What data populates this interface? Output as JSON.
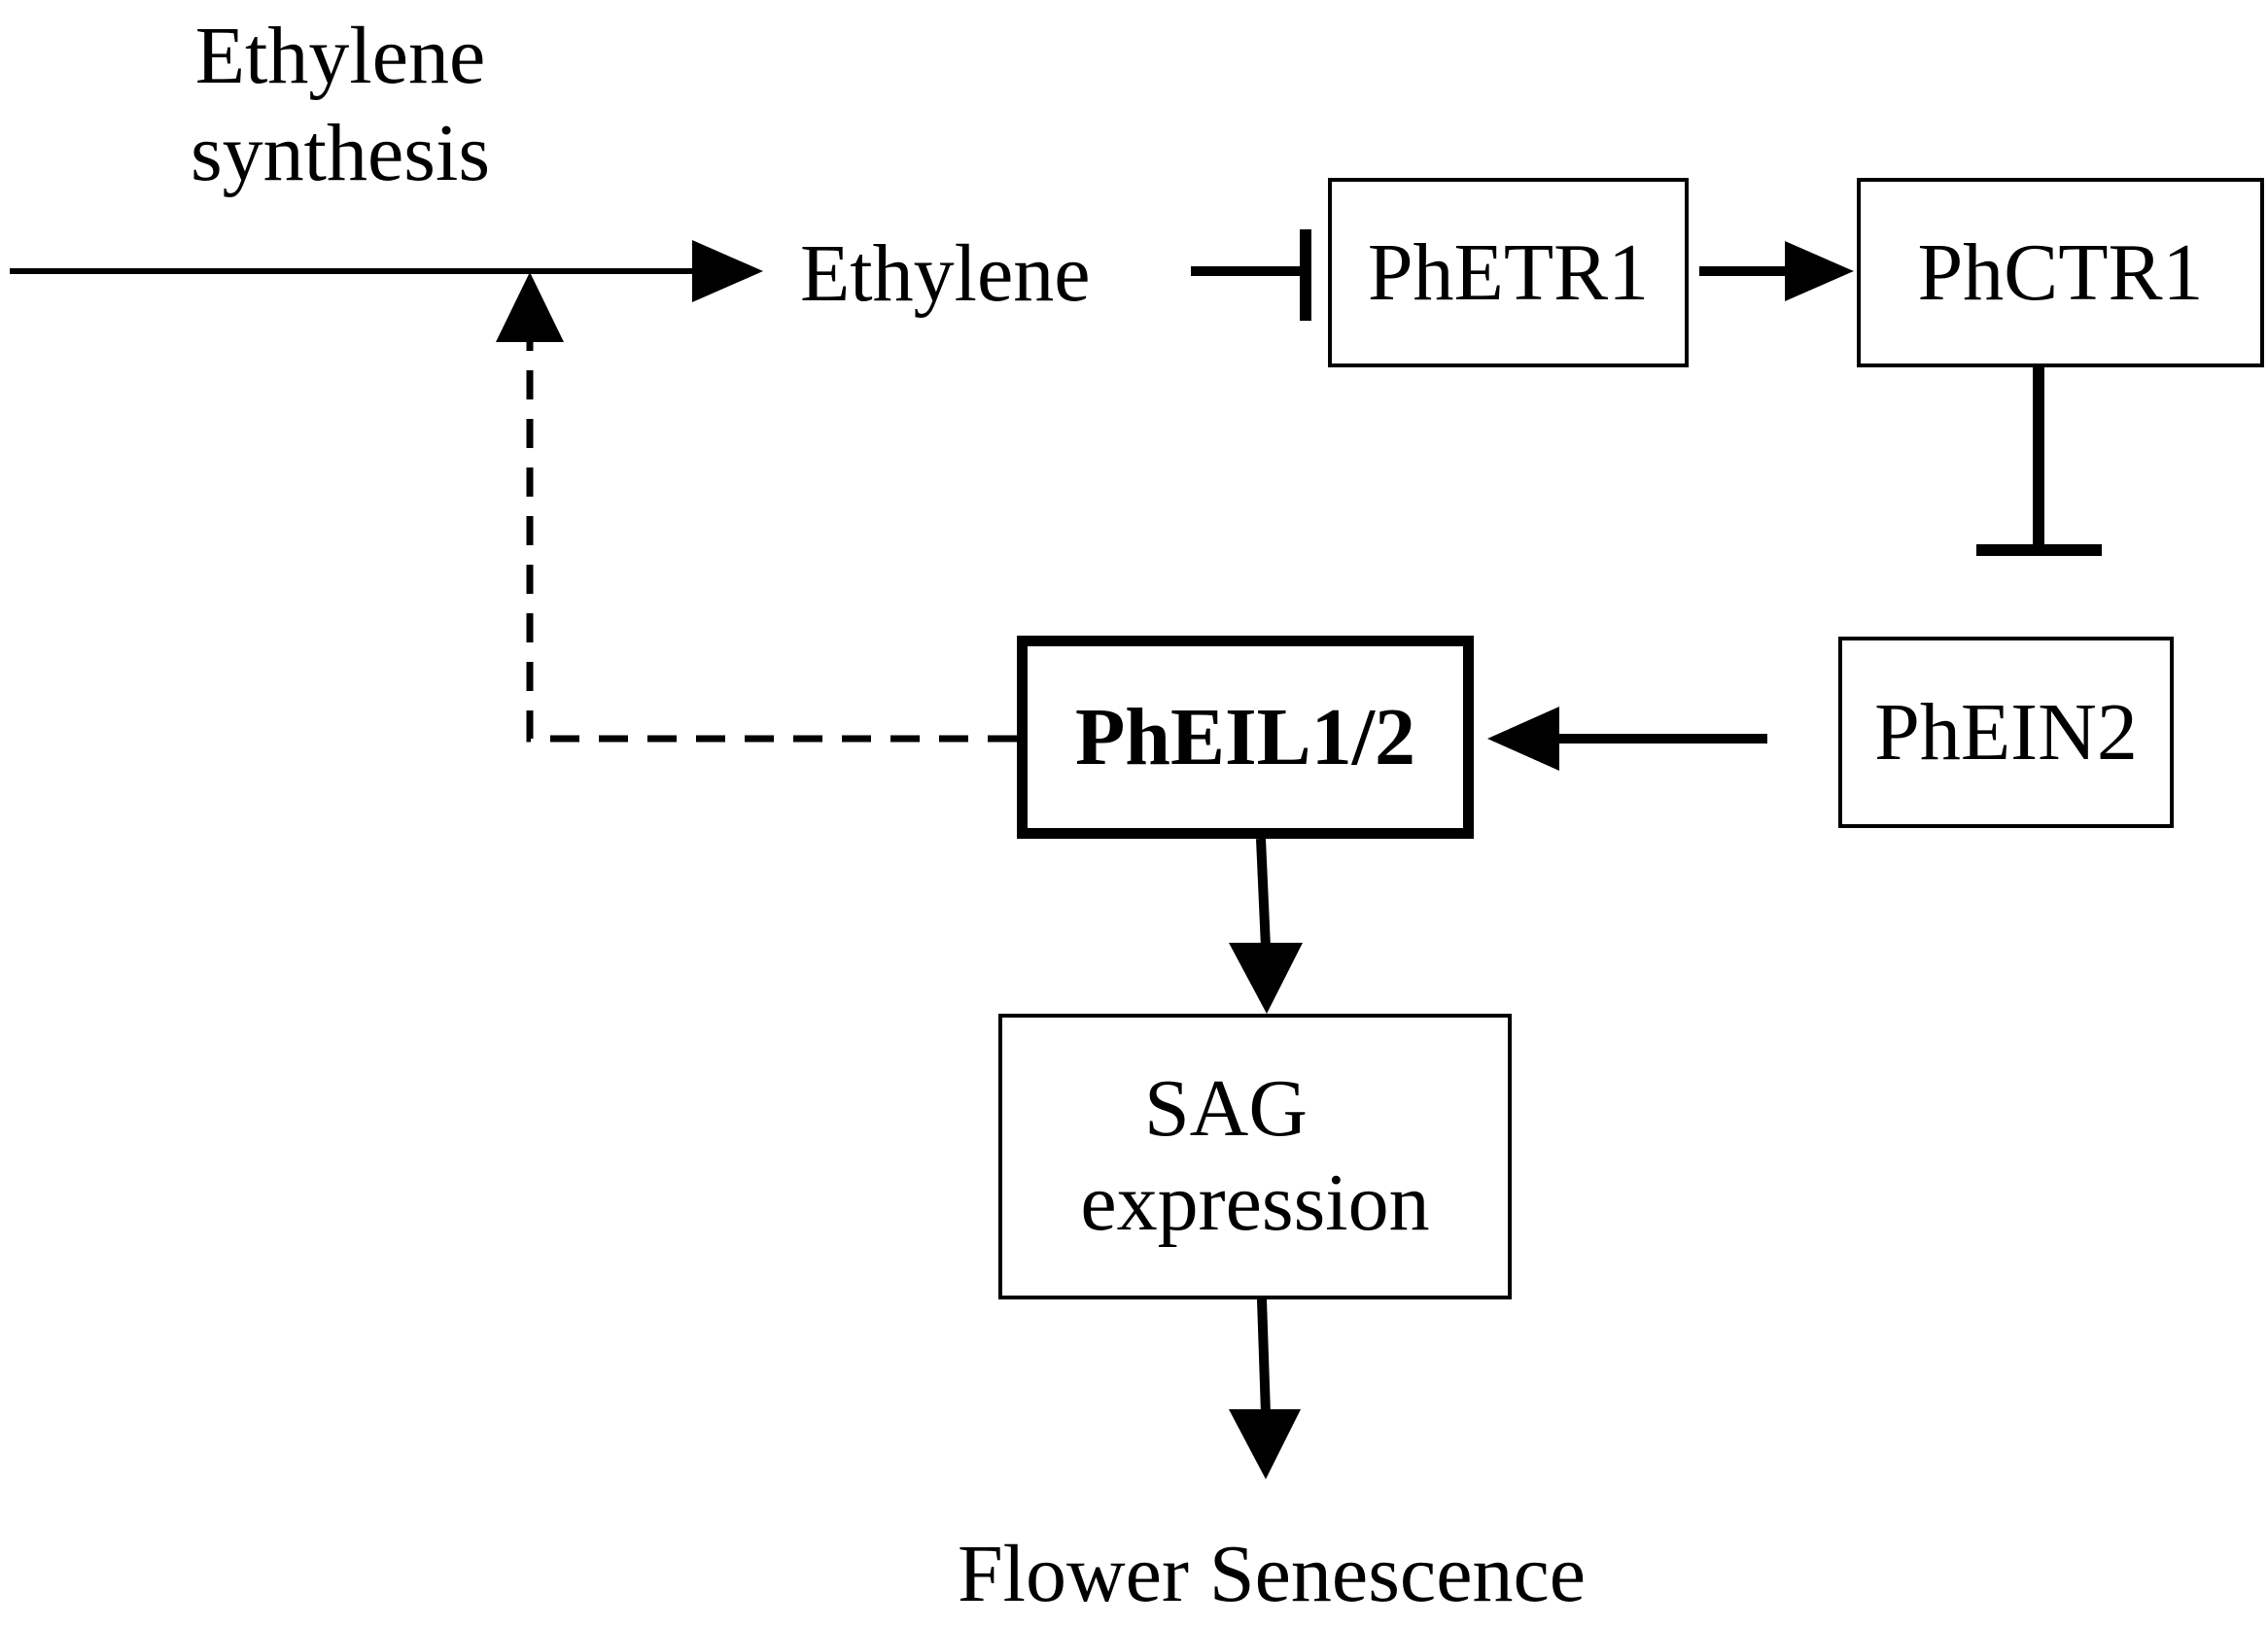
{
  "nodes": {
    "ethylene_synthesis": {
      "line1": "Ethylene",
      "line2": "synthesis"
    },
    "ethylene": "Ethylene",
    "phetr1": "PhETR1",
    "phctr1": "PhCTR1",
    "phein2": "PhEIN2",
    "pheil12": "PhEIL1/2",
    "sag": {
      "line1": "SAG",
      "line2": "expression"
    },
    "flower_senescence": "Flower Senescence"
  },
  "edges": [
    {
      "from": "ethylene_synthesis",
      "to": "ethylene",
      "type": "activation"
    },
    {
      "from": "ethylene",
      "to": "phetr1",
      "type": "inhibition"
    },
    {
      "from": "phetr1",
      "to": "phctr1",
      "type": "activation"
    },
    {
      "from": "phctr1",
      "to": "phein2",
      "type": "inhibition"
    },
    {
      "from": "phein2",
      "to": "pheil12",
      "type": "activation"
    },
    {
      "from": "pheil12",
      "to": "sag",
      "type": "activation"
    },
    {
      "from": "sag",
      "to": "flower_senescence",
      "type": "activation"
    },
    {
      "from": "pheil12",
      "to": "ethylene_synthesis",
      "type": "feedback",
      "style": "dashed"
    }
  ],
  "colors": {
    "line": "#000000",
    "background": "#ffffff"
  }
}
